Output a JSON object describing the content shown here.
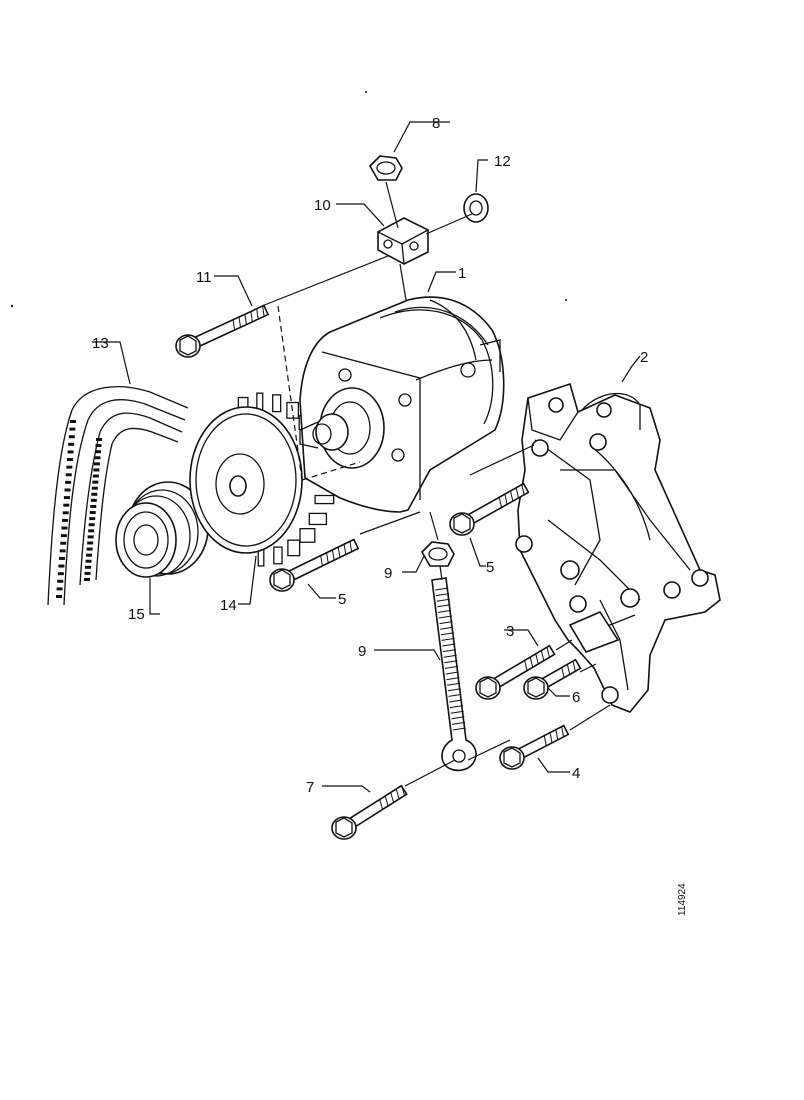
{
  "diagram": {
    "reference_number": "114924",
    "callouts": [
      {
        "id": "c1",
        "text": "1"
      },
      {
        "id": "c2",
        "text": "2"
      },
      {
        "id": "c3",
        "text": "3"
      },
      {
        "id": "c4",
        "text": "4"
      },
      {
        "id": "c5a",
        "text": "5"
      },
      {
        "id": "c5b",
        "text": "5"
      },
      {
        "id": "c6",
        "text": "6"
      },
      {
        "id": "c7",
        "text": "7"
      },
      {
        "id": "c8",
        "text": "8"
      },
      {
        "id": "c9a",
        "text": "9"
      },
      {
        "id": "c9b",
        "text": "9"
      },
      {
        "id": "c10",
        "text": "10"
      },
      {
        "id": "c11",
        "text": "11"
      },
      {
        "id": "c12",
        "text": "12"
      },
      {
        "id": "c13",
        "text": "13"
      },
      {
        "id": "c14",
        "text": "14"
      },
      {
        "id": "c15",
        "text": "15"
      }
    ]
  }
}
